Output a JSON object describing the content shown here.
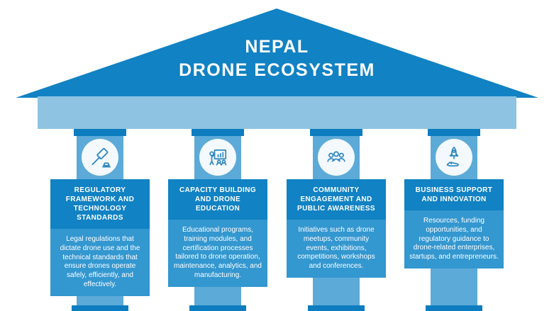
{
  "header": {
    "title_line1": "NEPAL",
    "title_line2": "DRONE ECOSYSTEM"
  },
  "colors": {
    "roof": "#1182c3",
    "beam": "#8ec3e1",
    "pillar_shaft": "#5caad8",
    "pillar_capital_base": "#0d7dc0",
    "title_box": "#1182c3",
    "description_box": "#3397d0",
    "text": "#ffffff",
    "icon_stroke": "#2e86bd",
    "icon_circle_bg": "#f3f9fd"
  },
  "pillars": [
    {
      "icon": "gavel-icon",
      "title": "REGULATORY FRAMEWORK AND TECHNOLOGY STANDARDS",
      "description": "Legal regulations that dictate drone use and the technical standards that ensure drones operate safely, efficiently, and effectively."
    },
    {
      "icon": "training-presentation-icon",
      "title": "CAPACITY BUILDING AND DRONE EDUCATION",
      "description": "Educational programs, training modules, and certification processes tailored to drone operation, maintenance, analytics, and manufacturing."
    },
    {
      "icon": "people-group-icon",
      "title": "COMMUNITY ENGAGEMENT AND PUBLIC AWARENESS",
      "description": "Initiatives such as drone meetups, community events, exhibitions, competitions,  workshops and conferences."
    },
    {
      "icon": "hand-rocket-icon",
      "title": "BUSINESS SUPPORT AND INNOVATION",
      "description": "Resources, funding opportunities, and regulatory guidance to drone-related enterprises, startups, and entrepreneurs."
    }
  ]
}
